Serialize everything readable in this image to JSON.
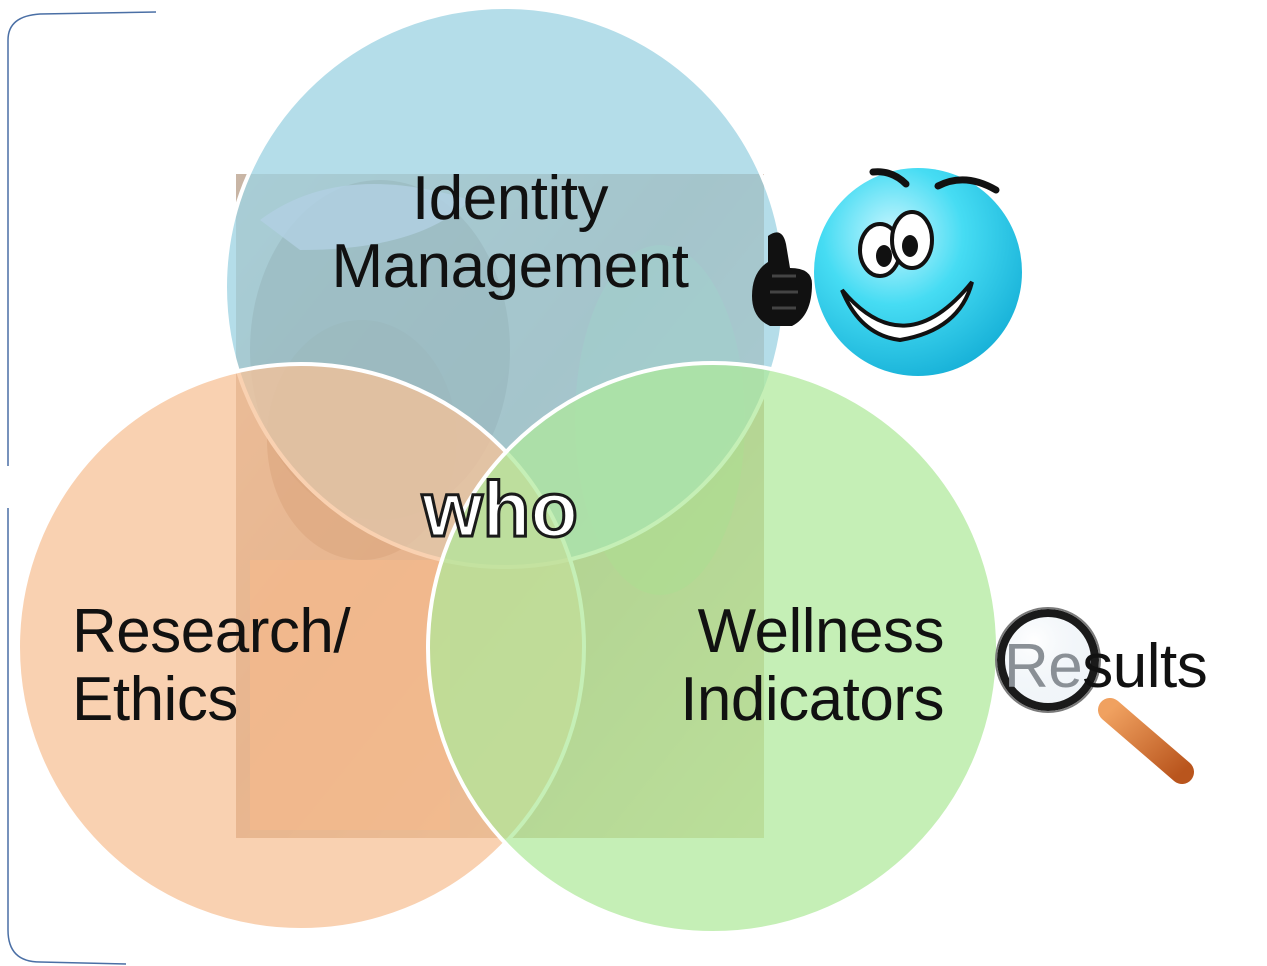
{
  "venn": {
    "top": {
      "label_line1": "Identity",
      "label_line2": "Management",
      "color": "#9fd3e3"
    },
    "left": {
      "label_line1": "Research/",
      "label_line2": "Ethics",
      "color": "#f7c197"
    },
    "right": {
      "label_line1": "Wellness",
      "label_line2": "Indicators",
      "color": "#aee99a"
    },
    "center_label": "who"
  },
  "results": {
    "prefix": "Re",
    "suffix": "sults"
  },
  "icons": [
    "thumbs-up-smiley-icon",
    "magnifying-glass-icon",
    "child-photo"
  ],
  "colors": {
    "bracket": "#4a6fa5",
    "smiley": "#38d8f2",
    "handle": "#d9722e"
  }
}
